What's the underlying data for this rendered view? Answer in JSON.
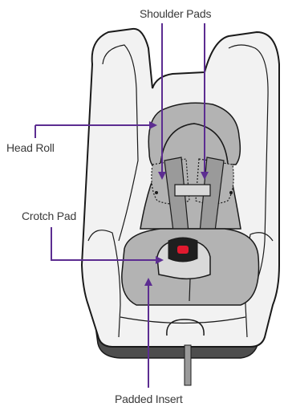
{
  "labels": {
    "shoulder_pads": "Shoulder Pads",
    "head_roll": "Head Roll",
    "crotch_pad": "Crotch Pad",
    "padded_insert": "Padded Insert"
  },
  "colors": {
    "callout": "#5c2d91",
    "pad_gray": "#b3b3b3",
    "seat_shell": "#f2f2f2",
    "base_dark": "#4d4d4d",
    "buckle_red": "#e0192e",
    "outline": "#1a1a1a"
  }
}
